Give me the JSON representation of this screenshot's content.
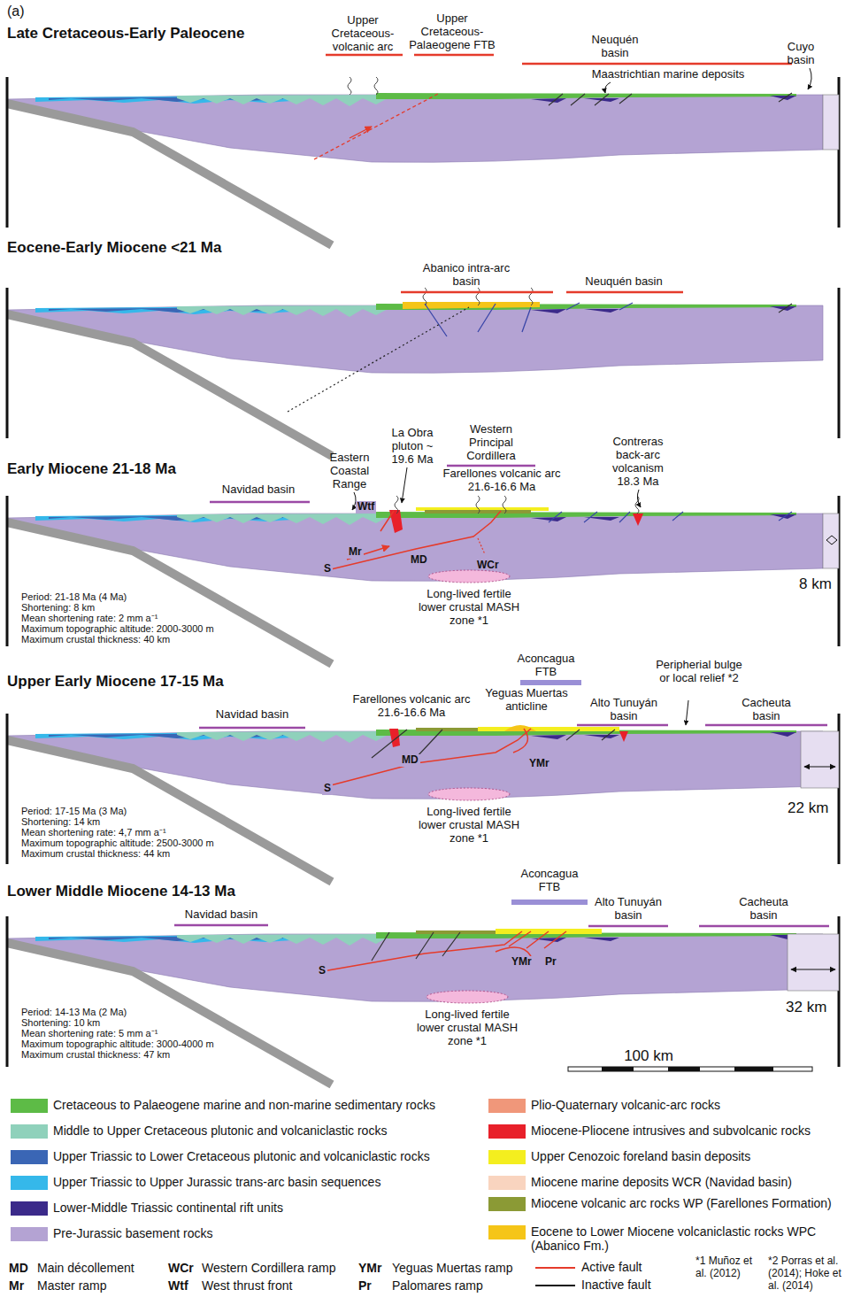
{
  "diagram": {
    "nodes": [
      {
        "text": [
          "Long-lived fertile lower crustal MASH zone *1"
        ]
      },
      {
        "text": [
          "Long-lived fertile lower crustal MASH zone *1"
        ]
      },
      {
        "text": [
          "Long-lived fertile lower crustal MASH zone *1"
        ]
      }
    ],
    "labels": [
      "(a)",
      "Late Cretaceous-Early Paleocene",
      "Upper Cretaceous- volcanic arc",
      "Upper Cretaceous- Palaeogene FTB",
      "Neuquén basin",
      "Maastrichtian marine deposits",
      "Cuyo basin",
      "Eocene-Early Miocene <21 Ma",
      "Abanico intra-arc basin",
      "Neuquén basin",
      "Early Miocene 21-18 Ma",
      "Navidad basin",
      "Eastern Coastal Range",
      "La Obra pluton ~ 19.6 Ma",
      "Western Principal Cordillera",
      "Farellones volcanic arc 21.6-16.6 Ma",
      "Contreras back-arc volcanism 18.3 Ma",
      "Wtf",
      "Mr",
      "MD",
      "WCr",
      "S",
      "8 km",
      "Period: 21-18 Ma (4 Ma)",
      "Shortening: 8 km",
      "Mean shortening rate: 2 mm a⁻¹",
      "Maximum topographic altitude: 2000-3000 m",
      "Maximum crustal thickness: 40 km",
      "Upper Early Miocene 17-15 Ma",
      "Navidad basin",
      "Farellones volcanic arc 21.6-16.6 Ma",
      "Aconcagua FTB",
      "Yeguas Muertas anticline",
      "Alto Tunuyán basin",
      "Peripherial bulge or local relief *2",
      "Cacheuta basin",
      "MD",
      "S",
      "YMr",
      "22 km",
      "Period: 17-15 Ma (3 Ma)",
      "Shortening: 14 km",
      "Mean shortening rate: 4,7 mm a⁻¹",
      "Maximum topographic altitude: 2500-3000 m",
      "Maximum crustal thickness: 44 km",
      "Lower Middle Miocene 14-13 Ma",
      "Navidad basin",
      "Aconcagua FTB",
      "Alto Tunuyán basin",
      "Cacheuta basin",
      "S",
      "YMr",
      "Pr",
      "32 km",
      "Period: 14-13 Ma (2 Ma)",
      "Shortening: 10 km",
      "Mean shortening rate: 5 mm a⁻¹",
      "Maximum topographic altitude: 3000-4000 m",
      "Maximum crustal thickness: 47 km",
      "100 km",
      "MD",
      "Main décollement",
      "Mr",
      "Master ramp",
      "WCr",
      "Western Cordillera ramp",
      "Wtf",
      "West thrust front",
      "YMr",
      "Yeguas Muertas ramp",
      "Pr",
      "Palomares ramp",
      "*1 Muñoz et al. (2012)",
      "*2 Porras et al. (2014); Hoke et al. (2014)"
    ],
    "legend": [
      {
        "text": "Cretaceous to Palaeogene marine and non-marine sedimentary rocks",
        "color": "#5dbb46"
      },
      {
        "text": "Middle to Upper Cretaceous plutonic and volcaniclastic rocks",
        "color": "#8fd1bb"
      },
      {
        "text": "Upper Triassic to Lower Cretaceous plutonic and volcaniclastic rocks",
        "color": "#3a66b5"
      },
      {
        "text": "Upper Triassic to Upper Jurassic trans-arc basin sequences",
        "color": "#35b8ea"
      },
      {
        "text": "Lower-Middle Triassic continental rift units",
        "color": "#3b2a8a"
      },
      {
        "text": "Pre-Jurassic basement rocks",
        "color": "#b4a3d3"
      },
      {
        "text": "Plio-Quaternary volcanic-arc rocks",
        "color": "#f0977a"
      },
      {
        "text": "Miocene-Pliocene intrusives and subvolcanic rocks",
        "color": "#e8202a"
      },
      {
        "text": "Upper Cenozoic foreland basin deposits",
        "color": "#f4ee1f"
      },
      {
        "text": "Miocene marine deposits WCR (Navidad basin)",
        "color": "#f9d4bf"
      },
      {
        "text": "Miocene volcanic arc rocks WP (Farellones Formation)",
        "color": "#8b9a35"
      },
      {
        "text": "Eocene to Lower Miocene volcaniclastic rocks WPC (Abanico Fm.)",
        "color": "#f5c518"
      },
      {
        "text": "Active fault"
      },
      {
        "text": "Inactive fault"
      }
    ]
  }
}
